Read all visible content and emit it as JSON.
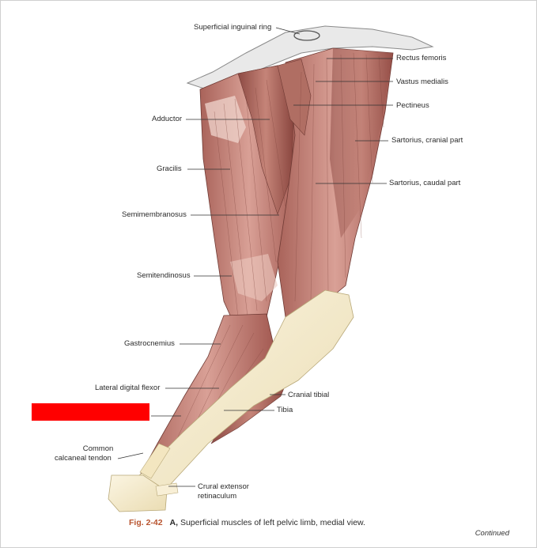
{
  "labels": {
    "superficial_inguinal_ring": "Superficial inguinal ring",
    "rectus_femoris": "Rectus femoris",
    "vastus_medialis": "Vastus medialis",
    "pectineus": "Pectineus",
    "adductor": "Adductor",
    "sartorius_cranial": "Sartorius, cranial part",
    "gracilis": "Gracilis",
    "sartorius_caudal": "Sartorius, caudal part",
    "semimembranosus": "Semimembranosus",
    "semitendinosus": "Semitendinosus",
    "gastrocnemius": "Gastrocnemius",
    "lateral_digital_flexor": "Lateral digital flexor",
    "cranial_tibial": "Cranial tibial",
    "tibia": "Tibia",
    "common_calcaneal_tendon_1": "Common",
    "common_calcaneal_tendon_2": "calcaneal tendon",
    "crural_extensor_1": "Crural extensor",
    "crural_extensor_2": "retinaculum"
  },
  "caption": {
    "fig_number": "Fig. 2-42",
    "letter": "A,",
    "text": "Superficial muscles of left pelvic limb, medial view."
  },
  "continued": "Continued",
  "colors": {
    "redaction": "#ff0000",
    "figure_number": "#b8542f",
    "muscle": "#c9877a",
    "tendon": "#f6ecd0"
  }
}
